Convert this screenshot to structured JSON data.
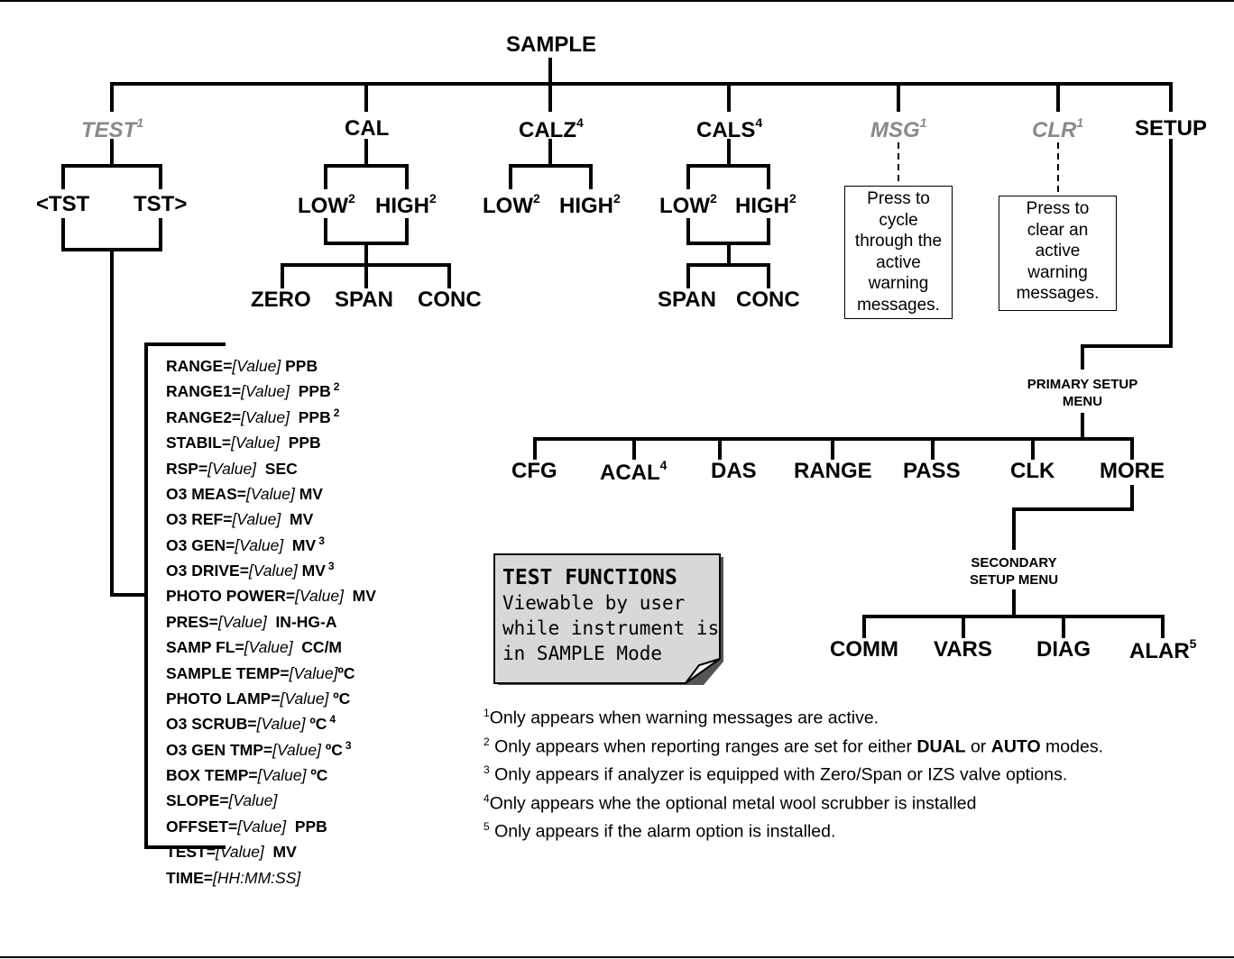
{
  "root": "SAMPLE",
  "menu": {
    "test": {
      "label": "TEST",
      "sup": "1"
    },
    "cal": {
      "label": "CAL"
    },
    "calz": {
      "label": "CALZ",
      "sup": "4"
    },
    "cals": {
      "label": "CALS",
      "sup": "4"
    },
    "msg": {
      "label": "MSG",
      "sup": "1"
    },
    "clr": {
      "label": "CLR",
      "sup": "1"
    },
    "setup": {
      "label": "SETUP"
    }
  },
  "test_sub": {
    "prev": "<TST",
    "next": "TST>"
  },
  "cal_sub": {
    "low": "LOW",
    "low_sup": "2",
    "high": "HIGH",
    "high_sup": "2",
    "zero": "ZERO",
    "span": "SPAN",
    "conc": "CONC"
  },
  "calz_sub": {
    "low": "LOW",
    "low_sup": "2",
    "high": "HIGH",
    "high_sup": "2"
  },
  "cals_sub": {
    "low": "LOW",
    "low_sup": "2",
    "high": "HIGH",
    "high_sup": "2",
    "span": "SPAN",
    "conc": "CONC"
  },
  "msg_box": [
    "Press to",
    "cycle",
    "through the",
    "active",
    "warning",
    "messages."
  ],
  "clr_box": [
    "Press to",
    "clear an",
    "active",
    "warning",
    "messages."
  ],
  "primary_setup": {
    "title_1": "PRIMARY SETUP",
    "title_2": "MENU",
    "items": [
      "CFG",
      "ACAL",
      "DAS",
      "RANGE",
      "PASS",
      "CLK",
      "MORE"
    ],
    "acal_sup": "4"
  },
  "secondary_setup": {
    "title_1": "SECONDARY",
    "title_2": "SETUP MENU",
    "items": [
      "COMM",
      "VARS",
      "DIAG",
      "ALAR"
    ],
    "alar_sup": "5"
  },
  "test_functions": [
    {
      "name": "RANGE=",
      "value": "[Value]",
      "unit": " PPB",
      "sup": ""
    },
    {
      "name": "RANGE1=",
      "value": "[Value]",
      "unit": "  PPB",
      "sup": "2"
    },
    {
      "name": "RANGE2=",
      "value": "[Value]",
      "unit": "  PPB",
      "sup": "2"
    },
    {
      "name": "STABIL=",
      "value": "[Value]",
      "unit": "  PPB",
      "sup": ""
    },
    {
      "name": "RSP=",
      "value": "[Value]",
      "unit": "  SEC",
      "sup": ""
    },
    {
      "name": "O3 MEAS=",
      "value": "[Value]",
      "unit": " MV",
      "sup": ""
    },
    {
      "name": "O3 REF=",
      "value": "[Value]",
      "unit": "  MV",
      "sup": ""
    },
    {
      "name": "O3 GEN=",
      "value": "[Value]",
      "unit": "  MV",
      "sup": "3"
    },
    {
      "name": "O3 DRIVE=",
      "value": "[Value]",
      "unit": " MV",
      "sup": "3"
    },
    {
      "name": "PHOTO POWER=",
      "value": "[Value]",
      "unit": "  MV",
      "sup": ""
    },
    {
      "name": "PRES=",
      "value": "[Value]",
      "unit": "  IN-HG-A",
      "sup": ""
    },
    {
      "name": "SAMP FL=",
      "value": "[Value]",
      "unit": "  CC/M",
      "sup": ""
    },
    {
      "name": "SAMPLE TEMP=",
      "value": "[Value]",
      "unit": "ºC",
      "sup": ""
    },
    {
      "name": "PHOTO LAMP=",
      "value": "[Value]",
      "unit": " ºC",
      "sup": ""
    },
    {
      "name": "O3 SCRUB=",
      "value": "[Value]",
      "unit": " ºC",
      "sup": "4"
    },
    {
      "name": "O3 GEN TMP=",
      "value": "[Value]",
      "unit": " ºC",
      "sup": "3"
    },
    {
      "name": "BOX TEMP=",
      "value": "[Value]",
      "unit": " ºC",
      "sup": ""
    },
    {
      "name": "SLOPE=",
      "value": "[Value]",
      "unit": "",
      "sup": ""
    },
    {
      "name": "OFFSET=",
      "value": "[Value]",
      "unit": "  PPB",
      "sup": ""
    },
    {
      "name": "TEST=",
      "value": "[Value]",
      "unit": "  MV",
      "sup": ""
    },
    {
      "name": "TIME=",
      "value": "[HH:MM:SS]",
      "unit": "",
      "sup": ""
    }
  ],
  "note": {
    "title": "TEST FUNCTIONS",
    "lines": [
      "Viewable by user",
      "while instrument is",
      "in SAMPLE Mode"
    ]
  },
  "footnotes": [
    {
      "n": "1",
      "text": "Only appears when warning messages are active."
    },
    {
      "n": "2",
      "text_a": " Only appears when reporting ranges are set for either ",
      "b1": "DUAL",
      "text_b": " or ",
      "b2": "AUTO",
      "text_c": " modes."
    },
    {
      "n": "3",
      "text": " Only appears if analyzer is equipped with Zero/Span or IZS valve options."
    },
    {
      "n": "4",
      "text": "Only appears whe the optional metal wool scrubber is installed"
    },
    {
      "n": "5",
      "text": " Only appears if the alarm option is installed."
    }
  ]
}
